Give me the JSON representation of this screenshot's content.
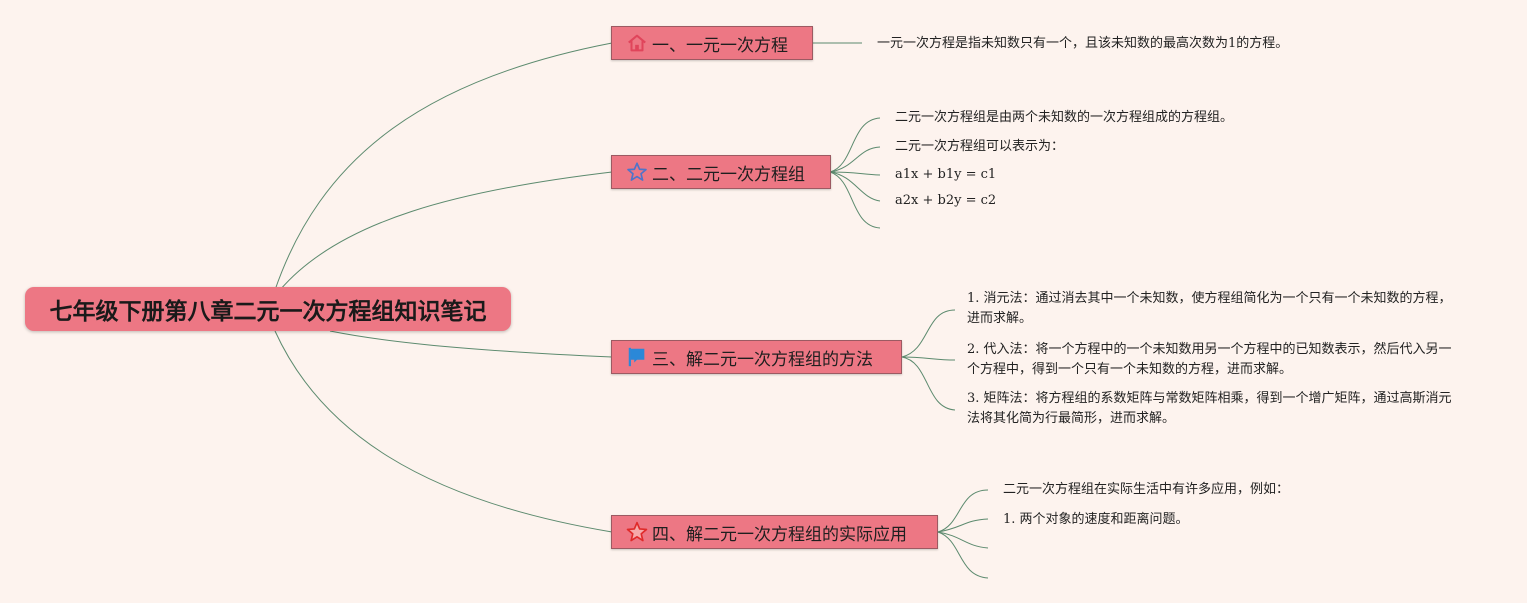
{
  "central": {
    "title": "七年级下册第八章二元一次方程组知识笔记"
  },
  "branches": [
    {
      "label": "一、一元一次方程",
      "icon": "home-icon",
      "notes": [
        "一元一次方程是指未知数只有一个，且该未知数的最高次数为1的方程。"
      ]
    },
    {
      "label": "二、二元一次方程组",
      "icon": "star-outline-icon",
      "notes": [
        "二元一次方程组是由两个未知数的一次方程组成的方程组。",
        "二元一次方程组可以表示为：",
        "a1x + b1y = c1",
        "a2x + b2y = c2"
      ]
    },
    {
      "label": "三、解二元一次方程组的方法",
      "icon": "flag-icon",
      "notes": [
        "1. 消元法：通过消去其中一个未知数，使方程组简化为一个只有一个未知数的方程，进而求解。",
        "2. 代入法：将一个方程中的一个未知数用另一个方程中的已知数表示，然后代入另一个方程中，得到一个只有一个未知数的方程，进而求解。",
        "3. 矩阵法：将方程组的系数矩阵与常数矩阵相乘，得到一个增广矩阵，通过高斯消元法将其化简为行最简形，进而求解。"
      ]
    },
    {
      "label": "四、解二元一次方程组的实际应用",
      "icon": "star-red-icon",
      "notes": [
        "二元一次方程组在实际生活中有许多应用，例如：",
        "1. 两个对象的速度和距离问题。"
      ]
    }
  ],
  "colors": {
    "background": "#fdf3ee",
    "node_fill": "#ed7784",
    "edge": "#5c8a6e",
    "home_icon": "#e0455b",
    "star_outline_icon": "#4f74c9",
    "flag_icon": "#2b88d8",
    "star_red_icon": "#e02a2a"
  }
}
